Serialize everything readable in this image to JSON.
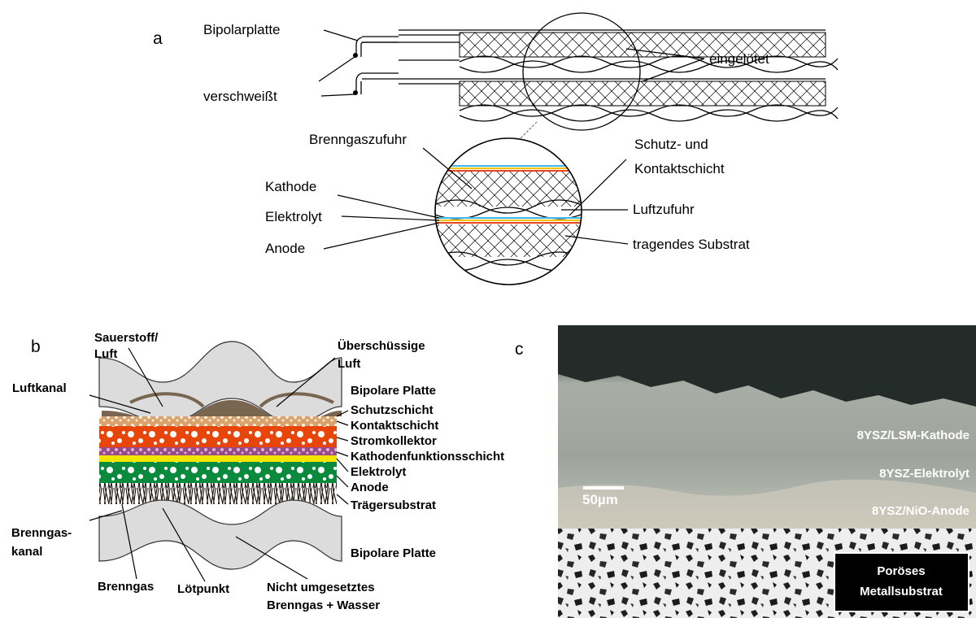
{
  "panels": {
    "a": {
      "letter": "a",
      "labels": {
        "bipolarplatte": "Bipolarplatte",
        "verschweisst": "verschweißt",
        "eingeloetet": "eingelötet",
        "brenngaszufuhr": "Brenngaszufuhr",
        "schutz_line1": "Schutz- und",
        "schutz_line2": "Kontaktschicht",
        "kathode": "Kathode",
        "elektrolyt": "Elektrolyt",
        "anode": "Anode",
        "luftzufuhr": "Luftzufuhr",
        "substrat": "tragendes Substrat"
      }
    },
    "b": {
      "letter": "b",
      "labels": {
        "sauerstoff_line1": "Sauerstoff/",
        "sauerstoff_line2": "Luft",
        "ueberschuss_line1": "Überschüssige",
        "ueberschuss_line2": "Luft",
        "luftkanal": "Luftkanal",
        "bipolare_top": "Bipolare Platte",
        "schutzschicht": "Schutzschicht",
        "kontaktschicht": "Kontaktschicht",
        "stromkollektor": "Stromkollektor",
        "kathodenfunktion": "Kathodenfunktionsschicht",
        "elektrolyt": "Elektrolyt",
        "anode": "Anode",
        "traegersubstrat": "Trägersubstrat",
        "brenngaskanal_line1": "Brenngas-",
        "brenngaskanal_line2": "kanal",
        "bipolare_bottom": "Bipolare Platte",
        "brenngas": "Brenngas",
        "loetpunkt": "Lötpunkt",
        "nicht_line1": "Nicht umgesetztes",
        "nicht_line2": "Brenngas + Wasser"
      },
      "layer_colors": {
        "plate": "#dcdcdc",
        "protective": "#7a6650",
        "contact": "#d9a36b",
        "collector": "#e8450a",
        "cathode_function": "#9a4a8a",
        "electrolyte": "#f2e600",
        "anode": "#0a8a3c"
      }
    },
    "c": {
      "letter": "c",
      "labels": {
        "kathode": "8YSZ/LSM-Kathode",
        "elektrolyt": "8YSZ-Elektrolyt",
        "anode": "8YSZ/NiO-Anode",
        "scale": "50µm",
        "substrat_line1": "Poröses",
        "substrat_line2": "Metallsubstrat"
      }
    }
  }
}
